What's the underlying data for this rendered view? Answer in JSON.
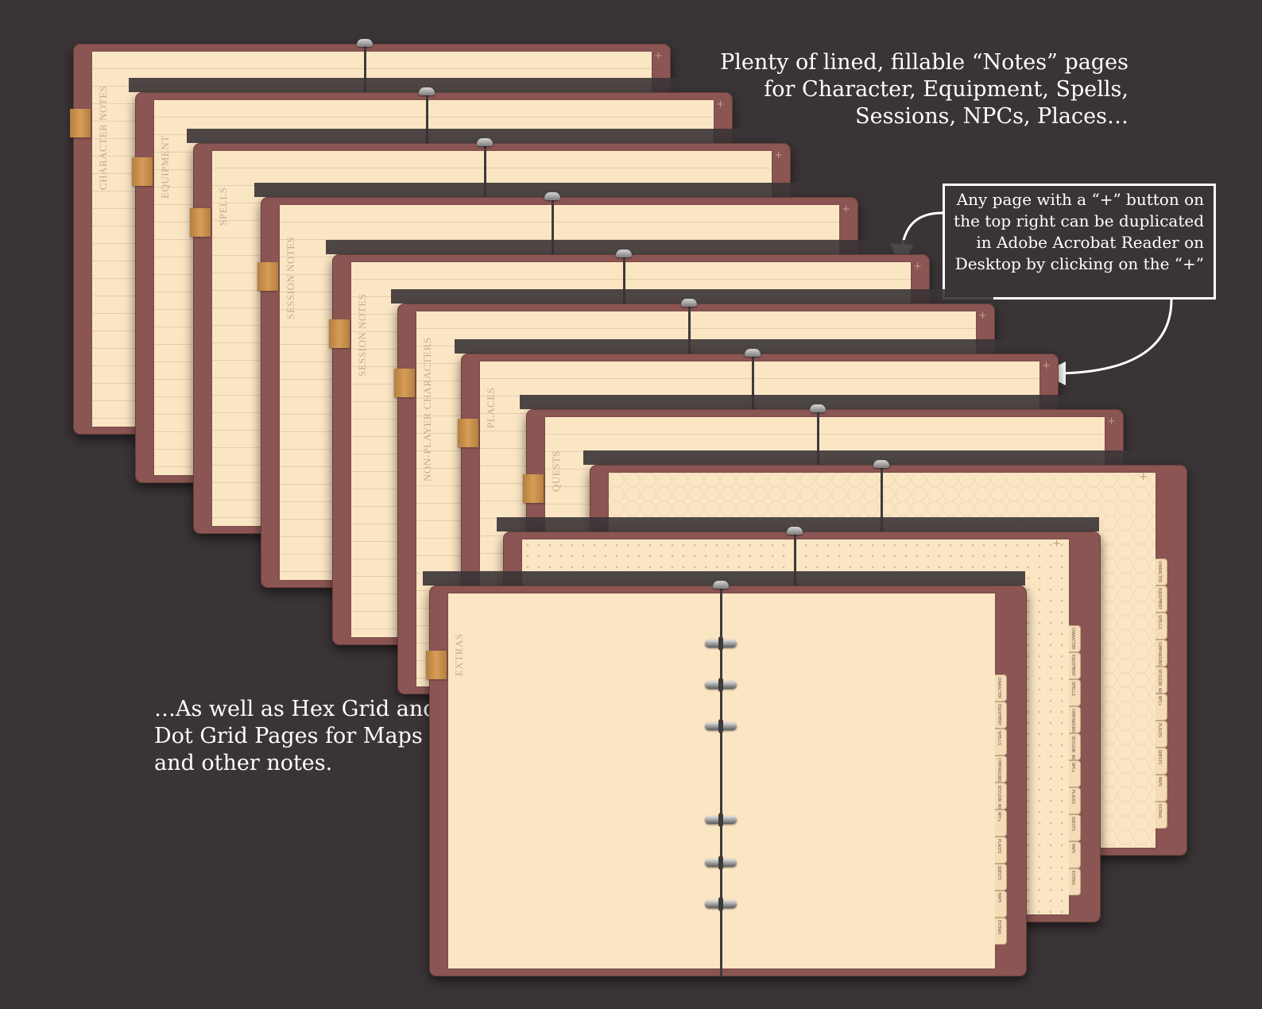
{
  "captions": {
    "top": "Plenty of lined, fillable “Notes” pages for Character, Equipment, Spells, Sessions, NPCs, Places…",
    "callout": "Any page with a “+” button on the top right can be duplicated in Adobe Acrobat Reader on Desktop by clicking on the “+”",
    "bottom": "…As well as Hex Grid and Dot Grid Pages for Maps and other notes."
  },
  "plus_symbol": "+",
  "pages": [
    {
      "label": "CHARACTER NOTES",
      "style": "lined"
    },
    {
      "label": "EQUIPMENT",
      "style": "lined"
    },
    {
      "label": "SPELLS",
      "style": "lined"
    },
    {
      "label": "SESSION NOTES",
      "style": "lined"
    },
    {
      "label": "SESSION NOTES",
      "style": "lined"
    },
    {
      "label": "NON-PLAYER CHARACTERS",
      "style": "lined"
    },
    {
      "label": "PLACES",
      "style": "lined"
    },
    {
      "label": "QUESTS",
      "style": "lined"
    },
    {
      "label": "",
      "style": "hex"
    },
    {
      "label": "",
      "style": "dot"
    },
    {
      "label": "EXTRAS",
      "style": "blank"
    }
  ],
  "tabs": [
    "CHARACTER",
    "EQUIPMENT",
    "SPELLS",
    "COMPANIONS",
    "SESSION NOTES",
    "NPCs",
    "PLACES",
    "QUESTS",
    "MAPS",
    "EXTRAS"
  ],
  "colors": {
    "background": "#3a3436",
    "binder": "#8a5552",
    "paper": "#fbe6c4",
    "band": "#d79d58",
    "text": "#ffffff"
  }
}
